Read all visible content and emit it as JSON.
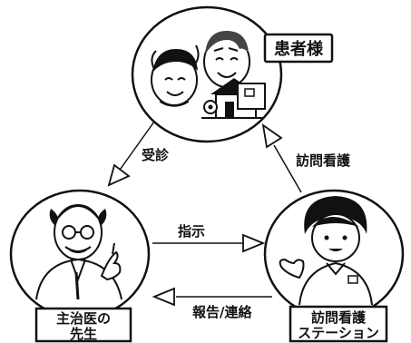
{
  "nodes": {
    "patient": {
      "label": "患者様"
    },
    "doctor": {
      "label_line1": "主治医の",
      "label_line2": "先生"
    },
    "station": {
      "label_line1": "訪問看護",
      "label_line2": "ステーション"
    }
  },
  "edges": {
    "consultation": "受診",
    "visit_nursing": "訪問看護",
    "instruction": "指示",
    "report": "報告/連絡"
  }
}
